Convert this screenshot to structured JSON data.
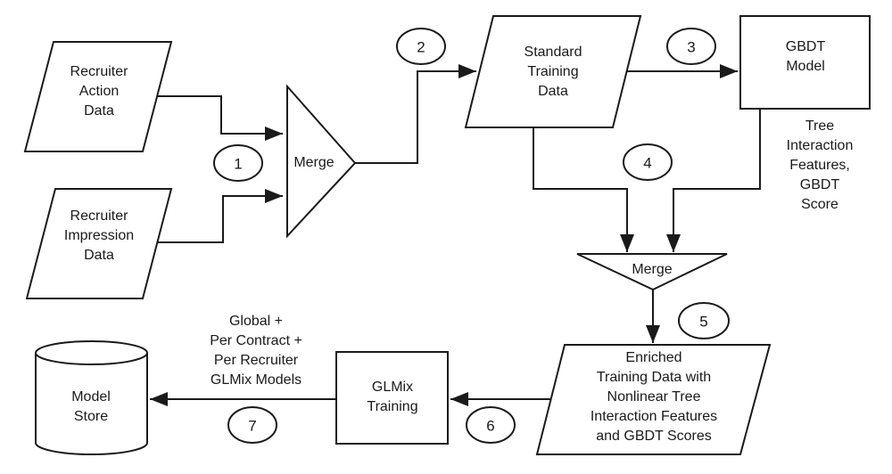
{
  "colors": {
    "background": "#ffffff",
    "stroke": "#1a1a1a",
    "text": "#1a1a1a",
    "shape_fill": "#ffffff"
  },
  "nodes": {
    "recruiter_action": {
      "shape": "parallelogram",
      "label": "Recruiter\nAction\nData"
    },
    "recruiter_impression": {
      "shape": "parallelogram",
      "label": "Recruiter\nImpression\nData"
    },
    "merge1": {
      "shape": "triangle-right",
      "label": "Merge"
    },
    "standard_training": {
      "shape": "parallelogram",
      "label": "Standard\nTraining\nData"
    },
    "gbdt_model": {
      "shape": "rectangle",
      "label": "GBDT\nModel"
    },
    "merge2": {
      "shape": "triangle-down",
      "label": "Merge"
    },
    "enriched_training": {
      "shape": "parallelogram",
      "label": "Enriched\nTraining Data with\nNonlinear Tree\nInteraction Features\nand GBDT Scores"
    },
    "glmix_training": {
      "shape": "rectangle",
      "label": "GLMix\nTraining"
    },
    "model_store": {
      "shape": "cylinder",
      "label": "Model\nStore"
    }
  },
  "annotations": {
    "tree_features": "Tree\nInteraction\nFeatures,\nGBDT\nScore",
    "glmix_models": "Global +\nPer Contract +\nPer Recruiter\nGLMix Models"
  },
  "steps": [
    "1",
    "2",
    "3",
    "4",
    "5",
    "6",
    "7"
  ]
}
